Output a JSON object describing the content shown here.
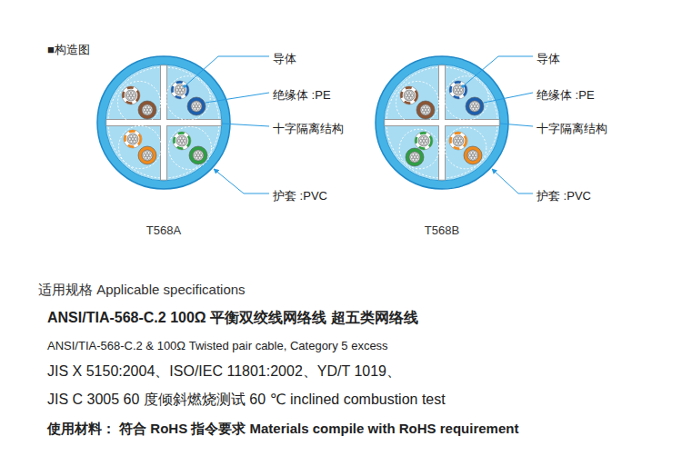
{
  "diagram": {
    "title": "■构造图",
    "nodes": [
      {
        "text": [
          "T568A"
        ]
      },
      {
        "text": [
          "T568B"
        ]
      }
    ],
    "labels": [
      "导体",
      "绝缘体 :PE",
      "十字隔离结构",
      "护套 :PVC",
      "导体",
      "绝缘体 :PE",
      "十字隔离结构",
      "护套 :PVC",
      "适用规格 Applicable specifications",
      "ANSI/TIA-568-C.2 100Ω 平衡双绞线网络线 超五类网络线",
      "ANSI/TIA-568-C.2 & 100Ω Twisted pair cable, Category 5 excess",
      "JIS X 5150:2004、ISO/IEC 11801:2002、YD/T 1019、",
      "JIS C 3005 60 度倾斜燃烧测试 60 ℃ inclined combustion test",
      "使用材料： 符合 RoHS 指令要求 Materials compile with RoHS requirement"
    ]
  }
}
